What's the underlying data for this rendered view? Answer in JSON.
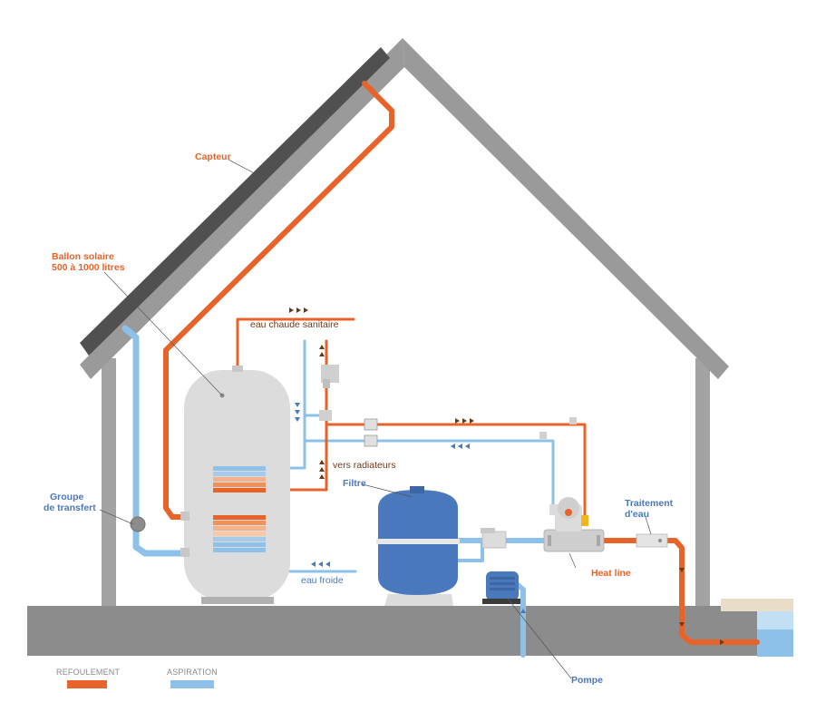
{
  "labels": {
    "capteur": "Capteur",
    "ballon_line1": "Ballon solaire",
    "ballon_line2": "500 à 1000 litres",
    "eau_chaude": "eau chaude sanitaire",
    "vers_radiateurs": "vers radiateurs",
    "filtre": "Filtre",
    "groupe_line1": "Groupe",
    "groupe_line2": "de transfert",
    "eau_froide": "eau froide",
    "heat_line": "Heat line",
    "traitement_line1": "Traitement",
    "traitement_line2": "d'eau",
    "pompe": "Pompe"
  },
  "legend": {
    "refoulement": {
      "label": "REFOULEMENT",
      "color": "#e8632a"
    },
    "aspiration": {
      "label": "ASPIRATION",
      "color": "#8ec1ea"
    }
  },
  "colors": {
    "hot_pipe": "#e8632a",
    "cold_pipe": "#8ec1ea",
    "wall": "#9a9a9a",
    "ground": "#8c8c8c",
    "panel": "#505050",
    "tank": "#dcdcdc",
    "filter": "#4a78bd",
    "pool_water": "#8ec1ea",
    "sand": "#e8ddc8"
  }
}
